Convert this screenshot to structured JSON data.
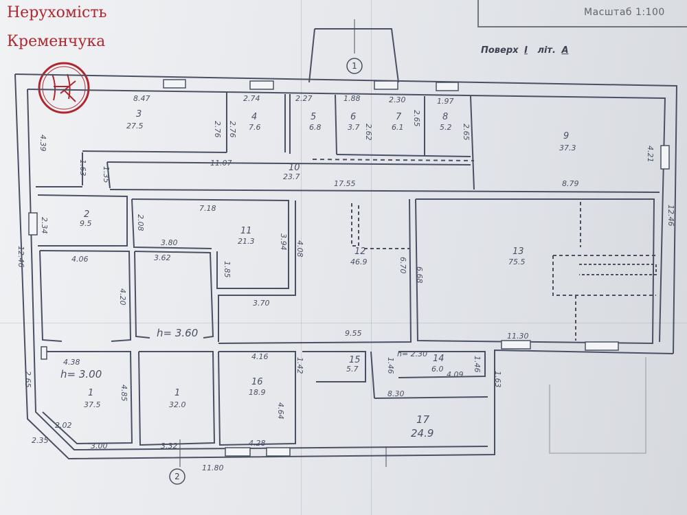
{
  "branding": {
    "line1": "Нерухомість",
    "line2": "Кременчука",
    "logo_letters": "НК",
    "color": "#b0262e"
  },
  "stamp": {
    "scale_text": "Масштаб 1:100"
  },
  "header": {
    "floor_label": "Поверх",
    "floor_value": "I",
    "liter_label": "літ.",
    "liter_value": "A"
  },
  "axes": {
    "top": "1",
    "bottom": "2"
  },
  "rooms": [
    {
      "no": "1",
      "area": "37.5",
      "height": "h= 3.00"
    },
    {
      "no": "1",
      "area": "32.0",
      "height": "h= 3.60"
    },
    {
      "no": "2",
      "area": "9.5"
    },
    {
      "no": "3",
      "area": "27.5"
    },
    {
      "no": "4",
      "area": "7.6"
    },
    {
      "no": "5",
      "area": "6.8"
    },
    {
      "no": "6",
      "area": "3.7"
    },
    {
      "no": "7",
      "area": "6.1"
    },
    {
      "no": "8",
      "area": "5.2"
    },
    {
      "no": "9",
      "area": "37.3"
    },
    {
      "no": "10",
      "area": "23.7"
    },
    {
      "no": "11",
      "area": "21.3"
    },
    {
      "no": "12",
      "area": "46.9"
    },
    {
      "no": "13",
      "area": "75.5"
    },
    {
      "no": "14",
      "area": "6.0",
      "height": "h= 2.30"
    },
    {
      "no": "15",
      "area": "5.7"
    },
    {
      "no": "16",
      "area": "18.9"
    },
    {
      "no": "17",
      "area": "24.9"
    }
  ],
  "dimensions": [
    "8.47",
    "2.74",
    "2.27",
    "1.88",
    "2.30",
    "1.97",
    "4.39",
    "2.76",
    "2.76",
    "2.62",
    "2.65",
    "2.65",
    "4.21",
    "1.63",
    "1.35",
    "11.07",
    "17.55",
    "8.79",
    "2.34",
    "2.08",
    "7.18",
    "3.80",
    "3.94",
    "4.08",
    "6.70",
    "6.68",
    "12.46",
    "12.46",
    "4.06",
    "3.62",
    "1.85",
    "4.20",
    "3.70",
    "9.55",
    "11.30",
    "4.38",
    "4.16",
    "1.42",
    "1.46",
    "4.09",
    "1.46",
    "1.63",
    "8.30",
    "2.65",
    "4.85",
    "4.64",
    "2.02",
    "2.35",
    "3.00",
    "3.32",
    "4.28",
    "11.80"
  ]
}
